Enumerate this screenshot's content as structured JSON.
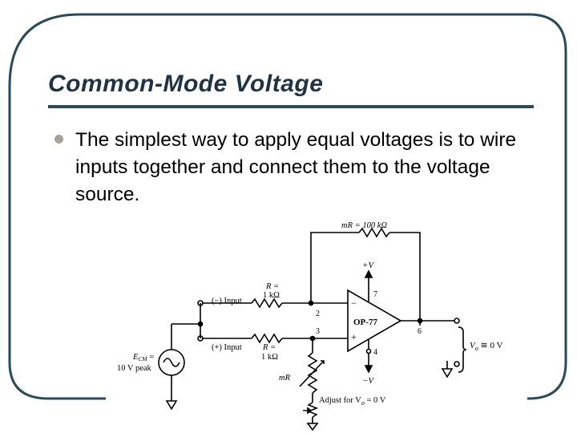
{
  "slide": {
    "title": "Common-Mode Voltage",
    "bullet": "The simplest way to apply equal voltages is to wire inputs together and connect them to the voltage source."
  },
  "circuit": {
    "feedback_label": "mR = 100 kΩ",
    "r_top_label_1": "R =",
    "r_top_label_2": "1 kΩ",
    "r_bot_label_1": "R =",
    "r_bot_label_2": "1 kΩ",
    "neg_input_label": "(−) Input",
    "pos_input_label": "(+) Input",
    "opamp_label": "OP-77",
    "supply_pos": "+V",
    "supply_neg": "−V",
    "pin_2": "2",
    "pin_3": "3",
    "pin_4": "4",
    "pin_6": "6",
    "pin_7": "7",
    "minus_sign": "−",
    "plus_sign": "+",
    "source_label_1": "E",
    "source_label_sub": "CM",
    "source_label_eq": " =",
    "source_label_2": "10 V peak",
    "mr_label": "mR",
    "adjust_label": "Adjust for V",
    "adjust_sub": "o",
    "adjust_tail": " = 0 V",
    "output_label": "V",
    "output_sub": "o",
    "output_tail": " ≅ 0 V"
  },
  "colors": {
    "title": "#1f3344",
    "rule": "#2b4a5a",
    "frame": "#2b4a5a",
    "bullet": "#a3a399"
  }
}
